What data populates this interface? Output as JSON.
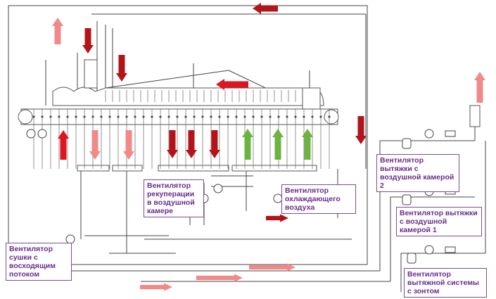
{
  "labels": {
    "recuperation_fan": "Вентилятор рекуперации в воздушной камере",
    "cooling_fan": "Вентилятор охлаждающего воздуха",
    "drying_fan": "Вентилятор сушки с восходящим потоком",
    "exhaust_fan_2": "Вентилятор вытяжки с воздушной камерой 2",
    "exhaust_fan_1": "Вентилятор вытяжки с воздушной камерой 1",
    "hood_exhaust_fan": "Вентилятор вытяжной системы с зонтом"
  },
  "colors": {
    "hot": "#e0141e",
    "dark_hot": "#b3141a",
    "warm": "#f08a8a",
    "cool": "#6cb33f",
    "label_text": "#6a2c8a",
    "line": "#333333"
  }
}
